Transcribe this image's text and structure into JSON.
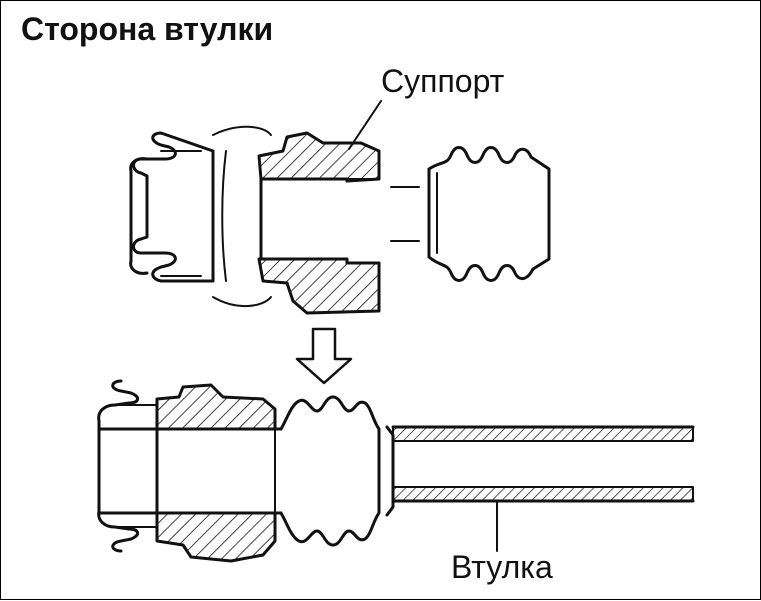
{
  "diagram": {
    "title": "Сторона втулки",
    "labels": {
      "caliper": "Суппорт",
      "bushing": "Втулка"
    },
    "colors": {
      "ink": "#111111",
      "background": "#ffffff"
    }
  }
}
